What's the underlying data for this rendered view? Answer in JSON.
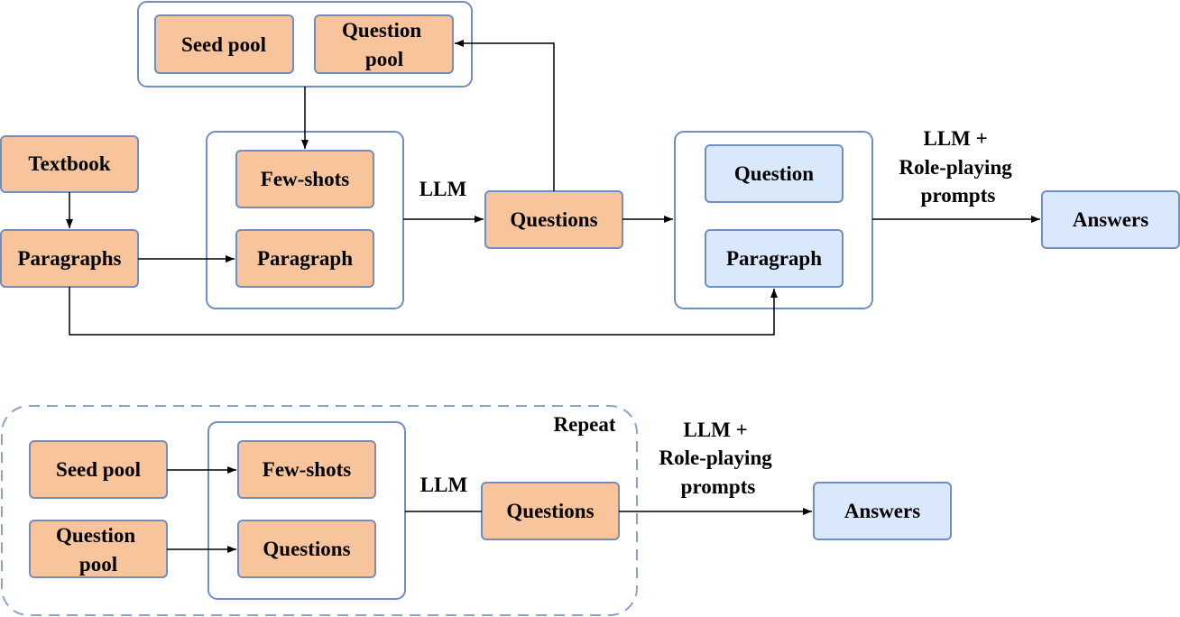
{
  "top": {
    "seed_pool": "Seed pool",
    "question_pool": [
      "Question",
      "pool"
    ],
    "textbook": "Textbook",
    "paragraphs": "Paragraphs",
    "few_shots": "Few-shots",
    "paragraph": "Paragraph",
    "llm": "LLM",
    "questions": "Questions",
    "question": "Question",
    "paragraph_right": "Paragraph",
    "llm_prompts": [
      "LLM +",
      "Role-playing",
      "prompts"
    ],
    "answers": "Answers"
  },
  "bottom": {
    "repeat": "Repeat",
    "seed_pool": "Seed pool",
    "question_pool": [
      "Question",
      "pool"
    ],
    "few_shots": "Few-shots",
    "questions_inner": "Questions",
    "llm": "LLM",
    "questions": "Questions",
    "llm_prompts": [
      "LLM +",
      "Role-playing",
      "prompts"
    ],
    "answers": "Answers"
  },
  "colors": {
    "orange_fill": "#f8c49c",
    "blue_fill": "#dae8fc",
    "stroke": "#6f8fc4"
  }
}
